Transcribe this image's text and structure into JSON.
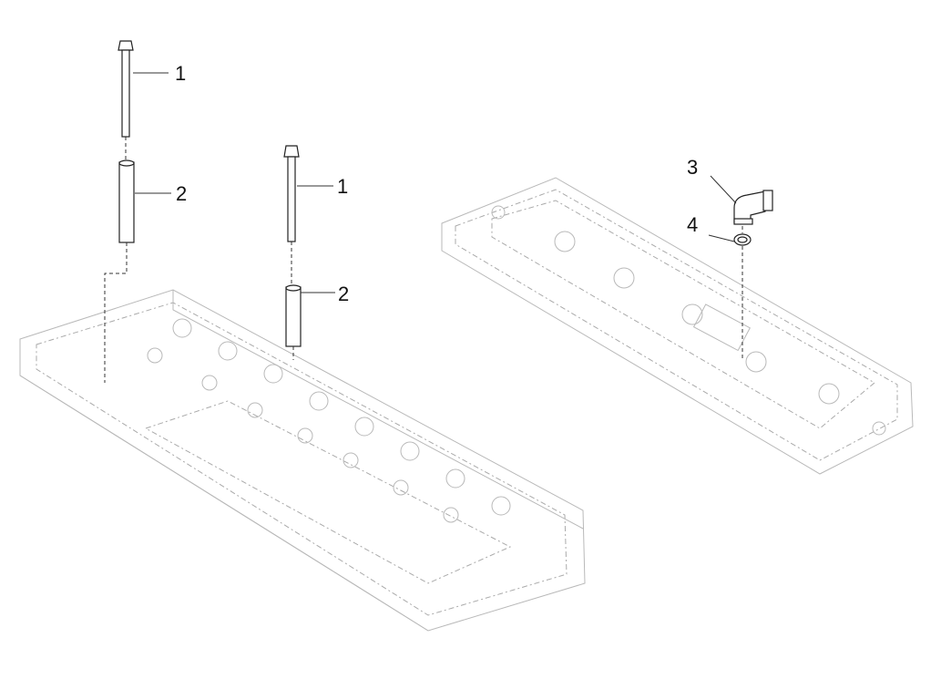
{
  "diagram": {
    "callouts": [
      {
        "id": "bolt-upper-left",
        "label": "1"
      },
      {
        "id": "sleeve-upper-left",
        "label": "2"
      },
      {
        "id": "bolt-center",
        "label": "1"
      },
      {
        "id": "sleeve-center",
        "label": "2"
      },
      {
        "id": "elbow-fitting",
        "label": "3"
      },
      {
        "id": "sealing-washer",
        "label": "4"
      }
    ]
  }
}
